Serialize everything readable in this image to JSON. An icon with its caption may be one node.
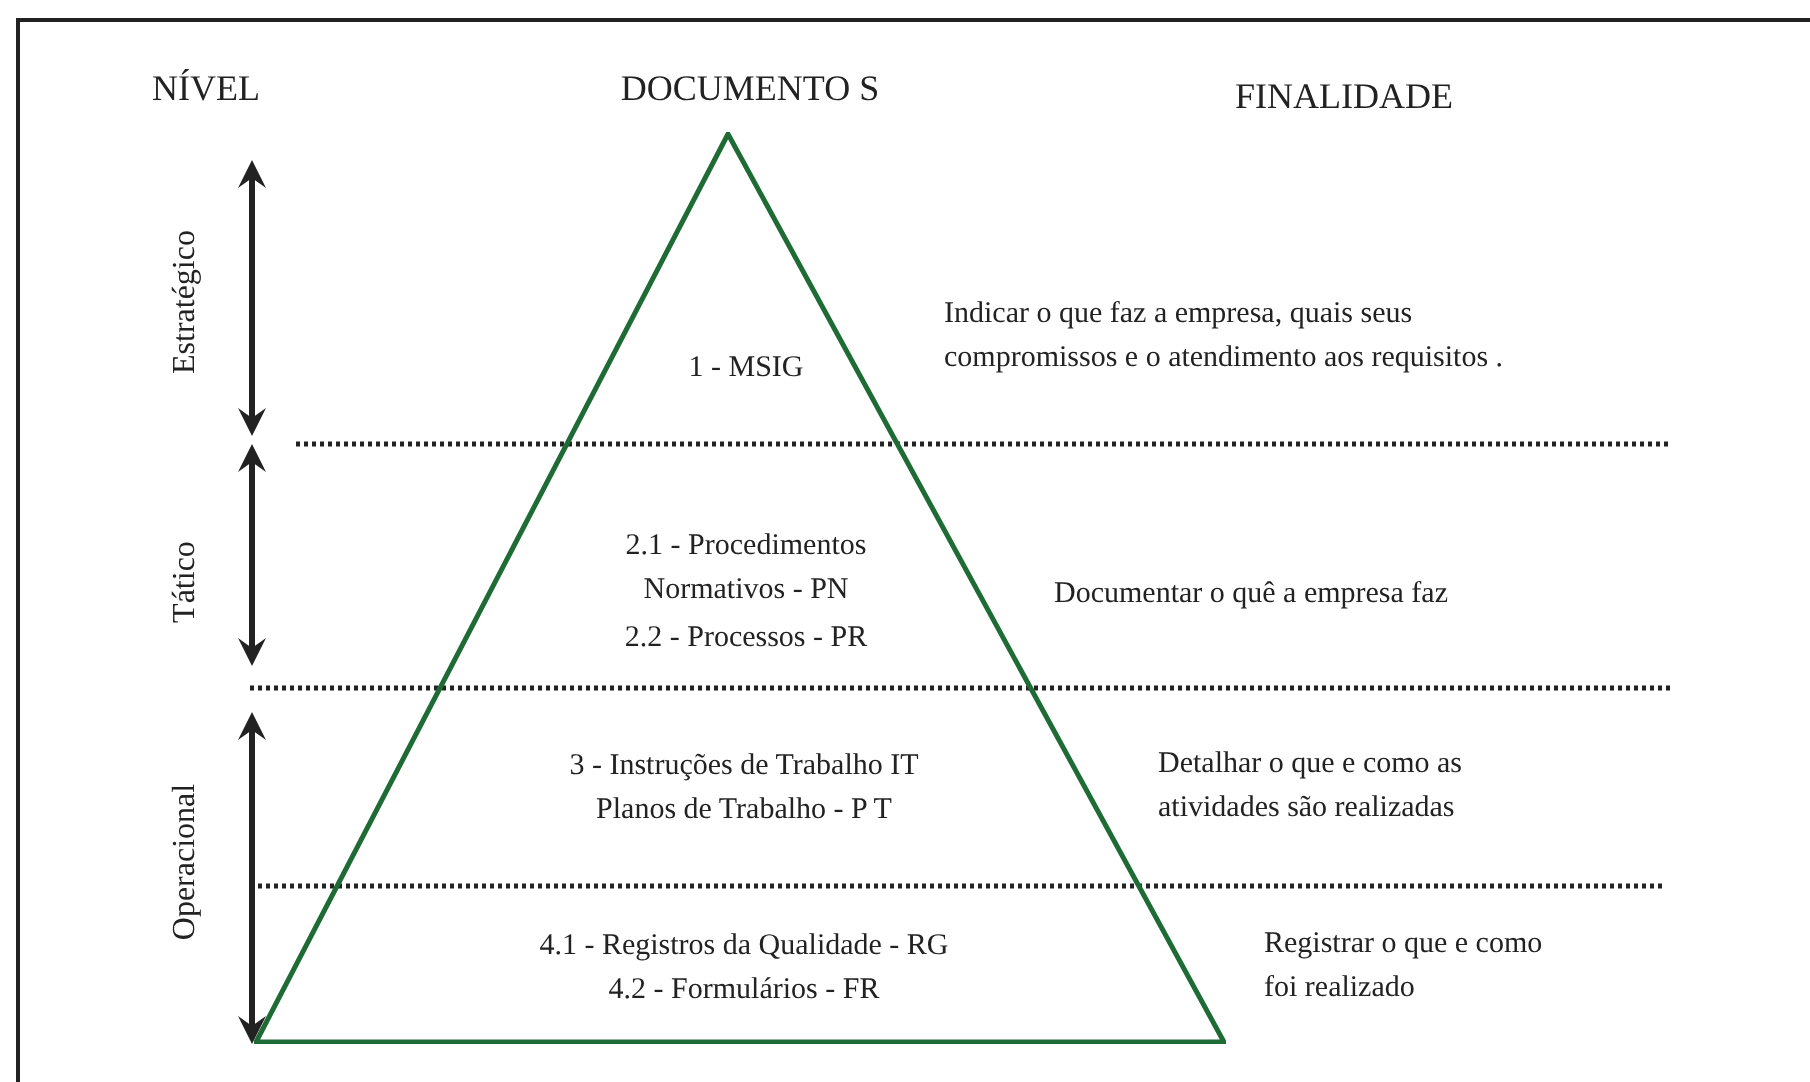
{
  "diagram": {
    "nodes": [
      {
        "text": [
          "1 - MSIG",
          "2.1 - Procedimentos Normativos - PN",
          "2.2 - Processos - PR",
          "3 - Instruções de Trabalho IT",
          "Planos de Trabalho - P T",
          "4.1 - Registros da Qualidade - RG",
          "4.2 - Formulários - FR"
        ]
      }
    ],
    "edges": [],
    "labels": [
      "NÍVEL",
      "DOCUMENTO S",
      "FINALIDADE",
      "Estratégico",
      "Tático",
      "Operacional",
      "Indicar o que faz a empresa, quais seus compromissos e o atendimento aos requisitos .",
      "Documentar o quê a empresa faz",
      "Detalhar o que e como as atividades são realizadas",
      "Registrar o que e como foi realizado"
    ]
  }
}
